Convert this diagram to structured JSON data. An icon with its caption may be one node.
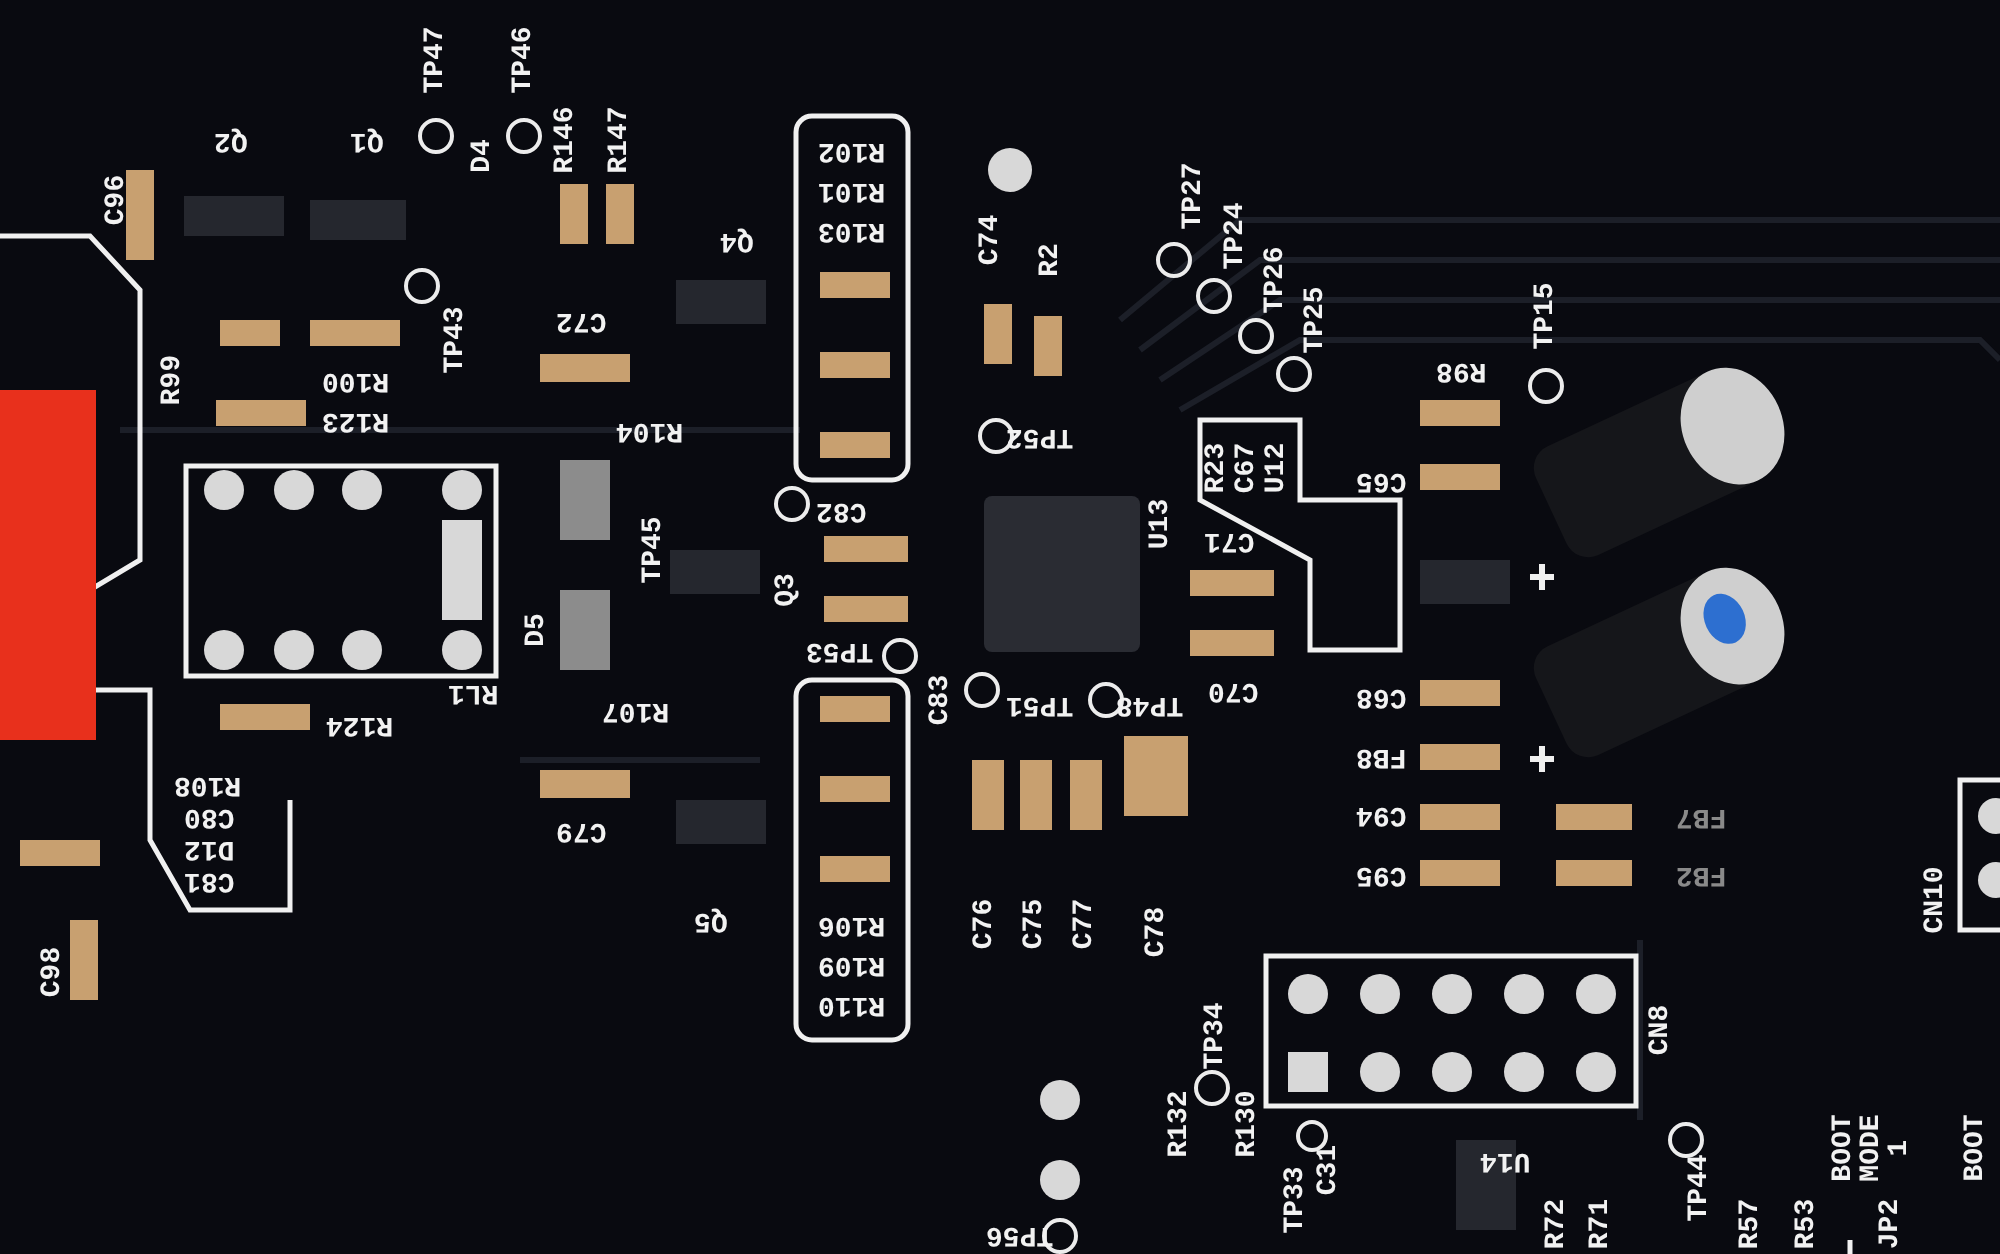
{
  "diagram": {
    "labels": [
      "TP47",
      "TP46",
      "D4",
      "R146",
      "R147",
      "Q2",
      "Q1",
      "C96",
      "R102",
      "R101",
      "R103",
      "C74",
      "R2",
      "TP27",
      "TP24",
      "TP26",
      "TP25",
      "Q4",
      "TP43",
      "C72",
      "TP15",
      "R98",
      "R99",
      "R100",
      "R123",
      "R104",
      "TP52",
      "R23",
      "C67",
      "U12",
      "C65",
      "C82",
      "TP45",
      "U13",
      "C71",
      "Q3",
      "D5",
      "RL1",
      "TP53",
      "C83",
      "TP51",
      "TP48",
      "C70",
      "C68",
      "R124",
      "R107",
      "FB8",
      "R108",
      "C80",
      "D12",
      "C81",
      "C79",
      "C94",
      "FB7",
      "Q5",
      "C95",
      "FB2",
      "CN10",
      "C98",
      "R106",
      "R109",
      "R110",
      "C76",
      "C75",
      "C77",
      "C78",
      "CN8",
      "R132",
      "TP34",
      "R130",
      "BOOT MODE 1",
      "BOOT",
      "TP44",
      "U14",
      "C31",
      "TP33",
      "TP56",
      "R72",
      "R71",
      "R57",
      "R53",
      "JP2"
    ]
  }
}
